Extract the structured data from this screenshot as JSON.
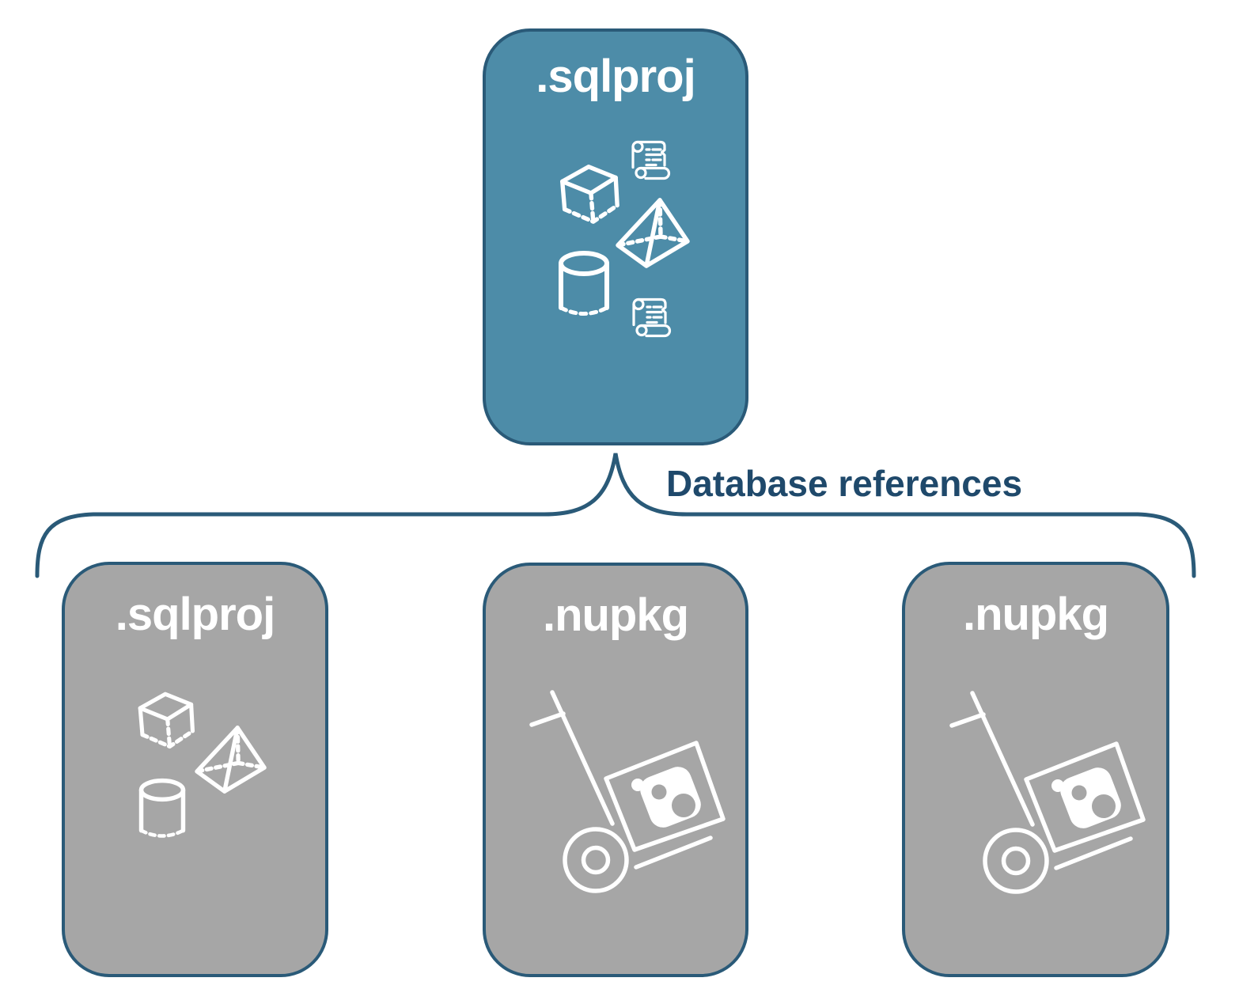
{
  "edge": {
    "label": "Database references"
  },
  "nodes": {
    "root": {
      "label": ".sqlproj",
      "fill": "#4D8CA8",
      "icons": [
        "script-scroll-icon",
        "cube-icon",
        "pyramid-icon",
        "cylinder-icon",
        "script-scroll-icon"
      ]
    },
    "children": [
      {
        "label": ".sqlproj",
        "fill": "#A6A6A6",
        "icons": [
          "cube-icon",
          "pyramid-icon",
          "cylinder-icon"
        ]
      },
      {
        "label": ".nupkg",
        "fill": "#A6A6A6",
        "icons": [
          "nuget-hand-truck-icon"
        ]
      },
      {
        "label": ".nupkg",
        "fill": "#A6A6A6",
        "icons": [
          "nuget-hand-truck-icon"
        ]
      }
    ]
  },
  "colors": {
    "outline": "#2A5A78",
    "edge_label": "#1F496B",
    "icon": "#FFFFFF",
    "background": "#FFFFFF"
  }
}
